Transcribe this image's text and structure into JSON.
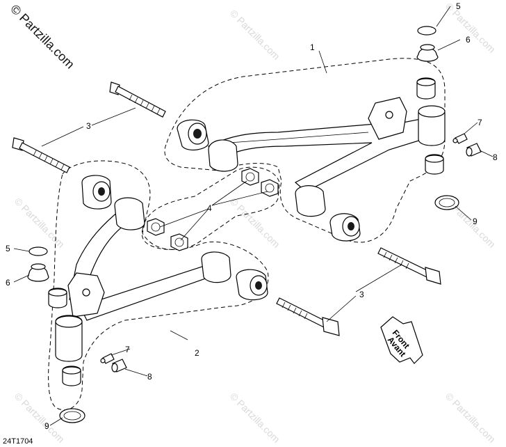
{
  "watermark": {
    "main": "© Partzilla.com",
    "faint": "© Partzilla.com"
  },
  "diagram_code": "24T1704",
  "front_arrow": {
    "line1": "Front",
    "line2": "Avant"
  },
  "callouts": [
    {
      "id": "c1-upper",
      "label": "1"
    },
    {
      "id": "c2-lower",
      "label": "2"
    },
    {
      "id": "c3-left",
      "label": "3"
    },
    {
      "id": "c3-right",
      "label": "3"
    },
    {
      "id": "c4",
      "label": "4"
    },
    {
      "id": "c5-top",
      "label": "5"
    },
    {
      "id": "c5-left",
      "label": "5"
    },
    {
      "id": "c6-top",
      "label": "6"
    },
    {
      "id": "c6-left",
      "label": "6"
    },
    {
      "id": "c7-right",
      "label": "7"
    },
    {
      "id": "c7-left",
      "label": "7"
    },
    {
      "id": "c8-right",
      "label": "8"
    },
    {
      "id": "c8-left",
      "label": "8"
    },
    {
      "id": "c9-right",
      "label": "9"
    },
    {
      "id": "c9-left",
      "label": "9"
    }
  ]
}
